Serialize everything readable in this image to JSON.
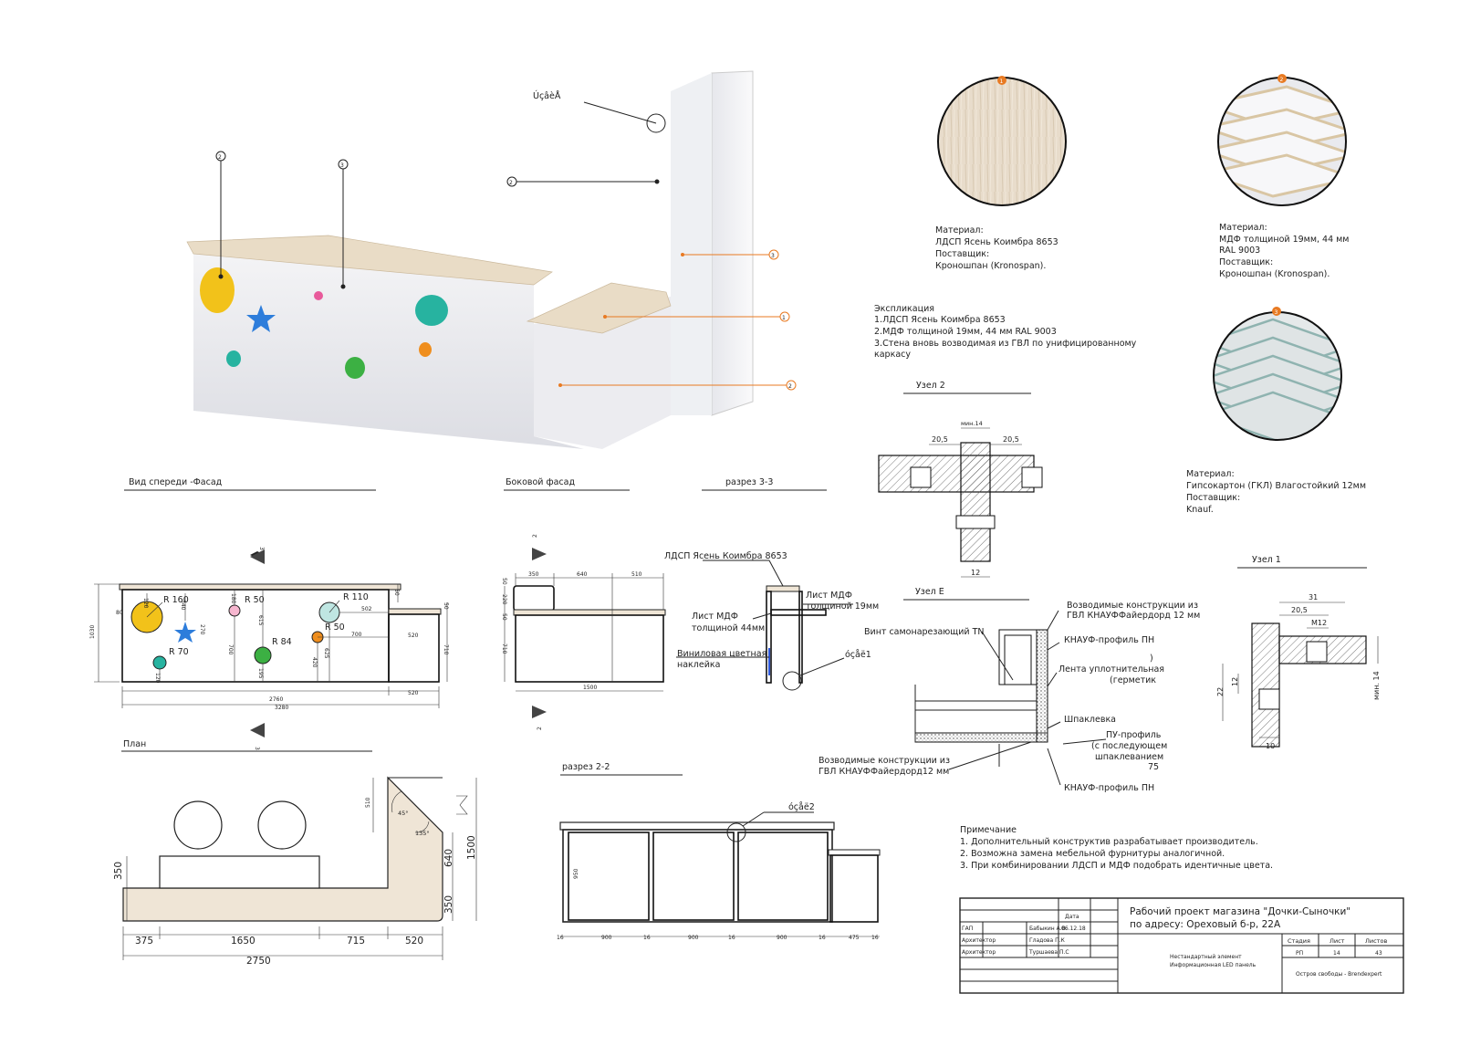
{
  "render": {
    "callouts": {
      "top_label": "ÚçâèÅ",
      "num_1": "1",
      "num_2": "2",
      "num_3": "3"
    },
    "swatches": [
      {
        "marker": "1",
        "caption": [
          "Материал:",
          "ЛДСП Ясень Коимбра 8653",
          "Поставщик:",
          "Кроношпан (Kronospan)."
        ]
      },
      {
        "marker": "2",
        "caption": [
          "Материал:",
          "МДФ толщиной 19мм, 44 мм",
          "RAL 9003",
          "Поставщик:",
          "Кроношпан (Kronospan)."
        ]
      },
      {
        "marker": "3",
        "caption": [
          "Материал:",
          "Гипсокартон (ГКЛ) Влагостойкий 12мм",
          "Поставщик:",
          "Knauf."
        ]
      }
    ],
    "explication": [
      "Экспликация",
      "1.ЛДСП Ясень Коимбра 8653",
      "2.МДФ толщиной 19мм, 44 мм RAL 9003",
      "3.Стена вновь возводимая из ГВЛ по унифицированному",
      "каркасу"
    ],
    "headings": {
      "front": "Вид спереди -Фасад",
      "side": "Боковой фасад",
      "sec33": "разрез 3-3",
      "plan": "План",
      "sec22": "разрез 2-2",
      "node2": "Узел 2",
      "node1": "Узел 1",
      "nodeE": "Узел Е"
    },
    "front": {
      "dims": [
        "R 160",
        "R 50",
        "R 110",
        "R 50",
        "R 84",
        "R 70",
        "1030",
        "2760",
        "520",
        "3280",
        "80",
        "120",
        "340",
        "180",
        "270",
        "502",
        "700",
        "700",
        "615",
        "195",
        "420",
        "625",
        "520",
        "710",
        "50",
        "50",
        "120"
      ],
      "section_mark": "3"
    },
    "side": {
      "dims": [
        "350",
        "640",
        "510",
        "1500",
        "50",
        "220",
        "50",
        "710"
      ],
      "section_mark": "2"
    },
    "sec33": {
      "labels": [
        "ЛДСП Ясень Коимбра 8653",
        "Лист МДФ",
        "толщиной 19мм",
        "Лист МДФ",
        "толщиной 44мм",
        "Виниловая цветная",
        "наклейка",
        "óçåë1"
      ]
    },
    "plan": {
      "dims": [
        "375",
        "1650",
        "715",
        "520",
        "2750",
        "350",
        "510",
        "640",
        "1500",
        "350",
        "45°",
        "135°"
      ]
    },
    "sec22": {
      "dims": [
        "900",
        "900",
        "900",
        "475",
        "16",
        "16",
        "16",
        "16",
        "16",
        "950"
      ],
      "label": "óçåë2"
    },
    "node2": {
      "dims": [
        "мин.14",
        "20,5",
        "20,5",
        "12"
      ]
    },
    "node1": {
      "dims": [
        "31",
        "20,5",
        "М12",
        "22",
        "12",
        "10",
        "мин. 14"
      ]
    },
    "nodeE": {
      "labels": [
        "Возводимые конструкции из",
        "ГВЛ КНАУФФайердорд 12 мм",
        "Винт самонарезающий TN",
        "КНАУФ-профиль ПН",
        ")",
        "Лента уплотнительная",
        "(герметик",
        "Шпаклевка",
        "ПУ-профиль",
        "(с последующем",
        "шпаклеванием",
        "75",
        "Возводимые конструкции из",
        "ГВЛ КНАУФФайердорд12 мм",
        "КНАУФ-профиль ПН"
      ]
    },
    "notes": [
      "Примечание",
      "1. Дополнительный конструктив разрабатывает производитель.",
      "2. Возможна замена мебельной фурнитуры аналогичной.",
      "3. При комбинировании ЛДСП и МДФ подобрать идентичные цвета."
    ],
    "titleblock": {
      "project": [
        "Рабочий проект магазина \"Дочки-Сыночки\"",
        "по адресу: Ореховый б-р, 22А"
      ],
      "date_header": "Дата",
      "rows": [
        {
          "role": "ГАП",
          "name": "Бабыкин А.В.",
          "date": "06.12.18"
        },
        {
          "role": "Архитектор",
          "name": "Гладова П.К",
          "date": ""
        },
        {
          "role": "Архитектор",
          "name": "Туршаева П.С",
          "date": ""
        }
      ],
      "element": [
        "Нестандартный элемент",
        "Информационная LED панель"
      ],
      "headers": [
        "Стадия",
        "Лист",
        "Листов"
      ],
      "values": [
        "РП",
        "14",
        "43"
      ],
      "org": "Остров свободы - Brendexpert"
    }
  },
  "colors": {
    "accent_orange": "#e87a22",
    "wood": "#efe5d6",
    "panel": "#f4f4f6",
    "yellow": "#f2c21a",
    "blue": "#2d7ddb",
    "green": "#3cb043",
    "teal": "#27b3a0",
    "pink": "#e85a9b",
    "orange_circle": "#ef8e1e"
  }
}
